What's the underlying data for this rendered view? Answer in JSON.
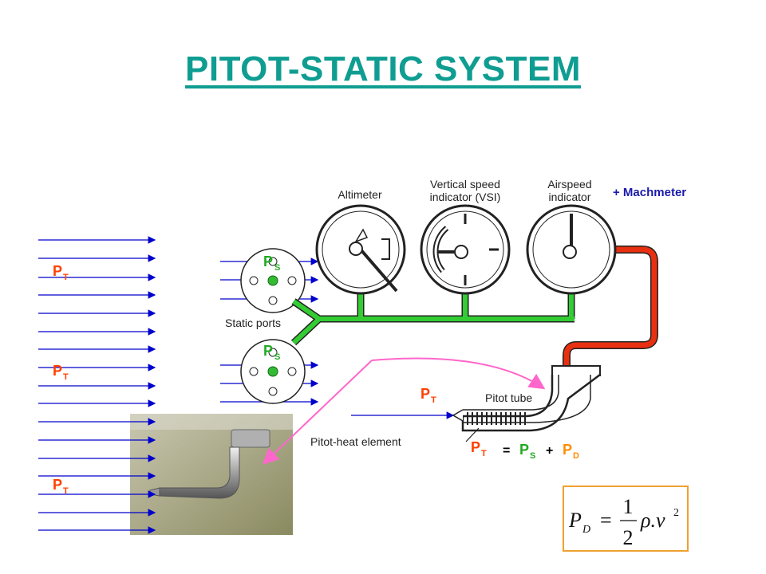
{
  "title": "PITOT-STATIC SYSTEM",
  "labels": {
    "pt": "P",
    "pt_sub": "T",
    "ps": "P",
    "ps_sub": "S",
    "pd": "P",
    "pd_sub": "D",
    "machmeter": "+ Machmeter",
    "altimeter": "Altimeter",
    "vsi_line1": "Vertical speed",
    "vsi_line2": "indicator (VSI)",
    "asi_line1": "Airspeed",
    "asi_line2": "indicator",
    "static_ports": "Static ports",
    "pitot_tube": "Pitot tube",
    "pitot_heat": "Pitot-heat element",
    "equals": "=",
    "plus": "+"
  },
  "formula": {
    "lhs": "P",
    "lhs_sub": "D",
    "eq": "=",
    "num": "1",
    "den": "2",
    "rho_v": "ρ.v",
    "exp": "2"
  },
  "colors": {
    "title": "#0f9d92",
    "pt": "#ff4000",
    "ps": "#22aa22",
    "pd": "#ff8c00",
    "arrows": "#0000cc",
    "static_line": "#33cc33",
    "pitot_line": "#e83010",
    "pink_arrow": "#ff66cc",
    "formula_border": "#f0a030"
  }
}
